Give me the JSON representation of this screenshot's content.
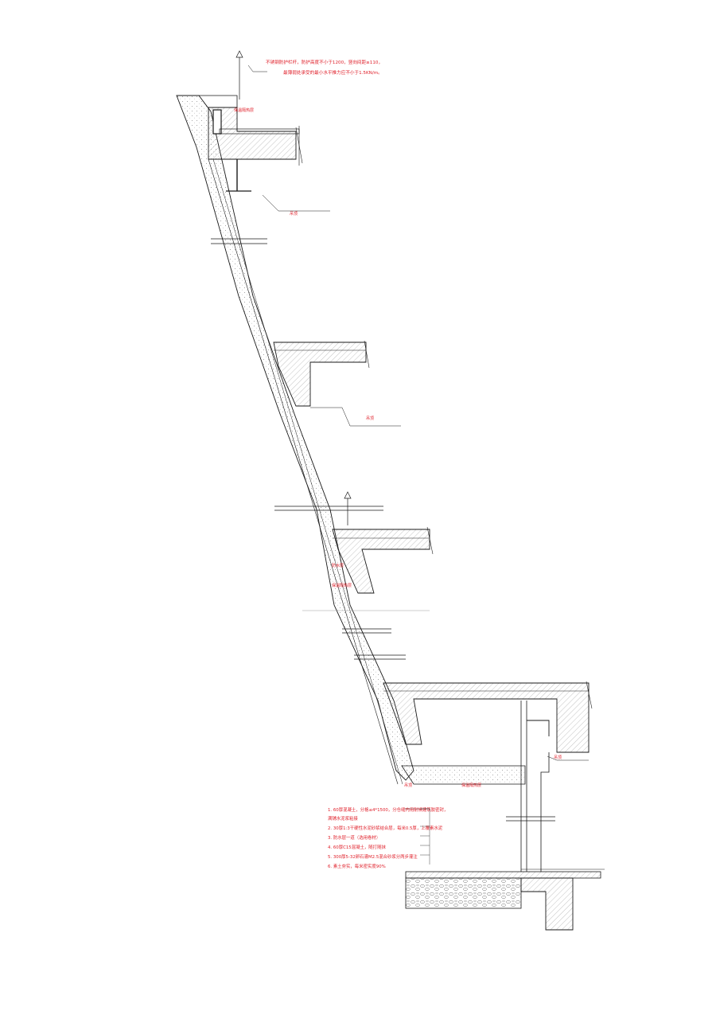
{
  "colors": {
    "line": "#1a1a1a",
    "annotation": "#e0212b",
    "hatch": "#9a9a9a",
    "background": "#ffffff"
  },
  "top_note": {
    "line1": "不锈钢防护栏杆，防护高度不小于1200，竖向间距≥110，",
    "line2": "最薄弱处承受的最小水平推力应不小于1.5KN/m。"
  },
  "labels": {
    "parapet": "保温隔热层",
    "ceiling_1": "吊顶",
    "ceiling_2": "吊顶",
    "waterproof_1": "防水层",
    "waterproof_2": "保温隔热层",
    "bottom_left": "吊顶",
    "bottom_mid": "保温隔热层",
    "ceiling_3": "吊顶"
  },
  "notes": [
    "1. 60厚混凝土，分格≤4*1500，分仓缝内用耐候建筑胶密封，",
    "   满铺水泥浆粘接",
    "2. 30厚1:3干硬性水泥砂浆结合层，每米0.5厚，上覆素水泥",
    "3. 防水层一道（选用卷材）",
    "4. 60厚C15混凝土，随打随抹",
    "5. 300厚5-32卵石灌M2.5混合砂浆分两步灌注",
    "6. 素土夯实，每米密实度90%"
  ]
}
